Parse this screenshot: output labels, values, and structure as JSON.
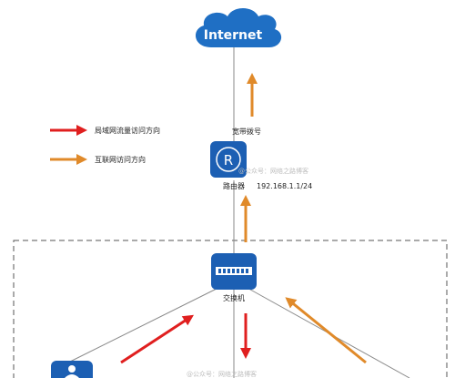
{
  "cloud": {
    "label": "Internet"
  },
  "legend": {
    "items": [
      {
        "label": "局域网流量访问方向",
        "color": "#e01f1f"
      },
      {
        "label": "互联网访问方向",
        "color": "#e08a2a"
      }
    ]
  },
  "router": {
    "label": "路由器",
    "ip": "192.168.1.1/24",
    "uplink_label": "宽带拨号",
    "glyph": "R"
  },
  "switch": {
    "label": "交换机"
  },
  "watermarks": {
    "router_area": "@公众号：网络之路博客",
    "bottom": "@公众号：网络之路博客"
  },
  "colors": {
    "lan_flow": "#e01f1f",
    "internet_flow": "#e08a2a",
    "device_blue": "#1c5fb3",
    "cloud_blue": "#1f6fc4",
    "link_gray": "#8a8a8a",
    "dashed_border": "#555555"
  },
  "icons": {
    "cloud": "cloud-icon",
    "router": "router-icon",
    "switch": "switch-icon",
    "host": "user-pc-icon"
  }
}
